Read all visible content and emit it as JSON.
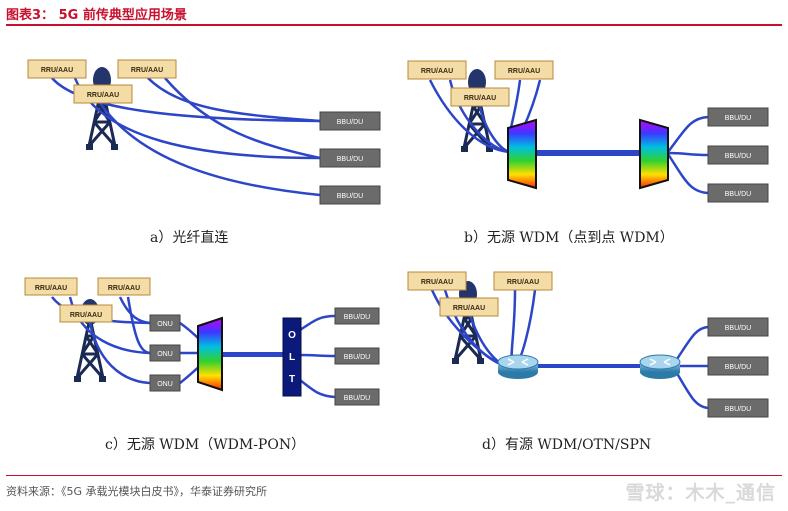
{
  "header": {
    "title": "图表3：  5G 前传典型应用场景"
  },
  "labels": {
    "rru": "RRU/AAU",
    "bbu": "BBU/DU",
    "onu": "ONU",
    "olt": [
      "O",
      "L",
      "T"
    ]
  },
  "panels": {
    "a": {
      "caption": "a）光纤直连"
    },
    "b": {
      "caption": "b）无源 WDM（点到点 WDM）"
    },
    "c": {
      "caption": "c）无源 WDM（WDM-PON）"
    },
    "d": {
      "caption": "d）有源 WDM/OTN/SPN"
    }
  },
  "footer": {
    "source": "资料来源：《5G 承载光模块白皮书》，华泰证券研究所",
    "watermark": "雪球：木木_通信"
  }
}
